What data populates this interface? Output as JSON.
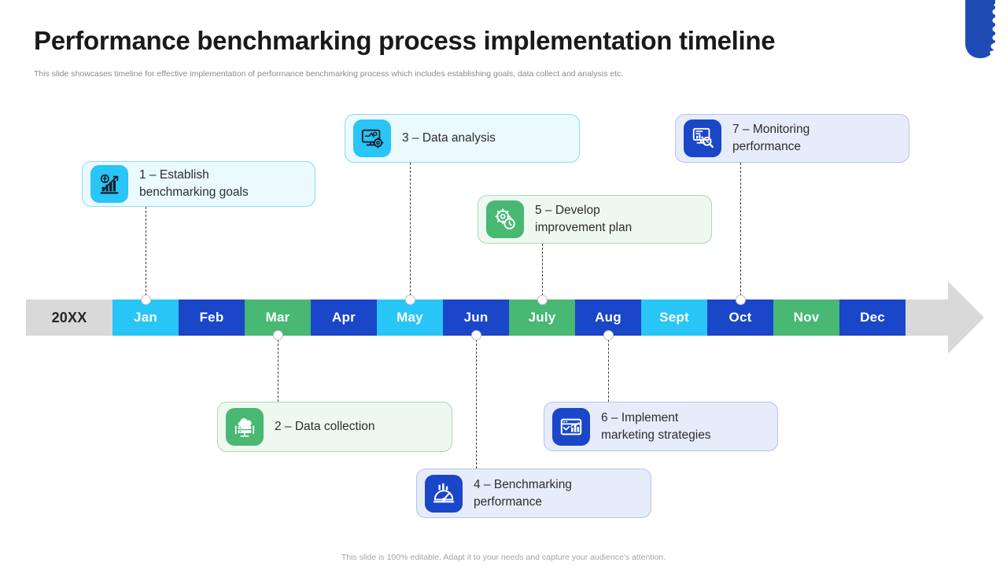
{
  "header": {
    "title": "Performance benchmarking process implementation timeline",
    "subtitle": "This slide showcases timeline for effective  implementation of performance benchmarking process which includes establishing goals, data collect and analysis etc."
  },
  "footer": {
    "note": "This slide is 100% editable. Adapt it to your needs and capture your audience's attention."
  },
  "timeline": {
    "year_label": "20XX",
    "colors": {
      "cyan": "#29c5f6",
      "blue": "#1a46c8",
      "green": "#48b873",
      "grey": "#d9d9d9",
      "card_cyan_bg": "#eafaff",
      "card_cyan_border": "#8fdcf0",
      "card_green_bg": "#eef8f1",
      "card_green_border": "#a8d9bb",
      "card_blue_bg": "#e6ecfa",
      "card_blue_border": "#b6c4e8"
    },
    "months": [
      {
        "label": "Jan",
        "color": "cyan",
        "width": 84
      },
      {
        "label": "Feb",
        "color": "blue",
        "width": 84
      },
      {
        "label": "Mar",
        "color": "green",
        "width": 84
      },
      {
        "label": "Apr",
        "color": "blue",
        "width": 84
      },
      {
        "label": "May",
        "color": "cyan",
        "width": 84
      },
      {
        "label": "Jun",
        "color": "blue",
        "width": 84
      },
      {
        "label": "July",
        "color": "green",
        "width": 84
      },
      {
        "label": "Aug",
        "color": "blue",
        "width": 84
      },
      {
        "label": "Sept",
        "color": "cyan",
        "width": 84
      },
      {
        "label": "Oct",
        "color": "blue",
        "width": 84
      },
      {
        "label": "Nov",
        "color": "green",
        "width": 84
      },
      {
        "label": "Dec",
        "color": "blue",
        "width": 84
      }
    ]
  },
  "steps": [
    {
      "number": "1",
      "dash": "-",
      "title": "Establish benchmarking goals",
      "line1": "1 – Establish",
      "line2": "benchmarking goals",
      "icon": "goal-chart-icon",
      "month": "Jan",
      "side": "above",
      "theme": "cyan"
    },
    {
      "number": "2",
      "dash": "-",
      "title": "Data collection",
      "line1": "2 – Data collection",
      "line2": "",
      "icon": "server-cloud-icon",
      "month": "Mar",
      "side": "below",
      "theme": "green"
    },
    {
      "number": "3",
      "dash": "-",
      "title": "Data analysis",
      "line1": "3 – Data analysis",
      "line2": "",
      "icon": "monitor-gear-icon",
      "month": "May",
      "side": "above",
      "theme": "cyan"
    },
    {
      "number": "4",
      "dash": "-",
      "title": "Benchmarking performance",
      "line1": "4 – Benchmarking",
      "line2": "performance",
      "icon": "gauge-icon",
      "month": "Jun",
      "side": "below",
      "theme": "blue"
    },
    {
      "number": "5",
      "dash": "-",
      "title": "Develop improvement plan",
      "line1": "5 – Develop",
      "line2": "improvement plan",
      "icon": "gear-stopwatch-icon",
      "month": "July",
      "side": "above",
      "theme": "green"
    },
    {
      "number": "6",
      "dash": "-",
      "title": "Implement marketing strategies",
      "line1": "6 – Implement",
      "line2": "marketing strategies",
      "icon": "presentation-chart-icon",
      "month": "Aug",
      "side": "below",
      "theme": "blue"
    },
    {
      "number": "7",
      "dash": "-",
      "title": "Monitoring performance",
      "line1": "7 – Monitoring",
      "line2": "performance",
      "icon": "report-search-icon",
      "month": "Oct",
      "side": "above",
      "theme": "blue"
    }
  ]
}
